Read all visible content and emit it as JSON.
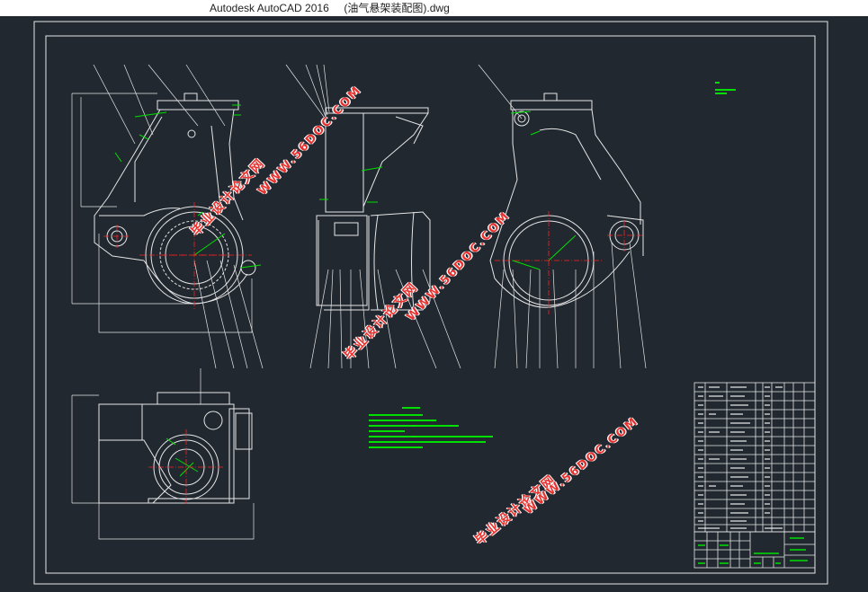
{
  "window": {
    "title": "Autodesk AutoCAD 2016     (油气悬架装配图).dwg"
  },
  "watermarks": [
    {
      "cn": "毕业设计论文网",
      "url": "WWW.56DOC.COM"
    },
    {
      "cn": "毕业设计论文网",
      "url": "WWW.56DOC.COM"
    },
    {
      "cn": "毕业设计论文网",
      "url": "WWW.56DOC.COM"
    }
  ],
  "colors": {
    "background": "#212830",
    "lines": "#e6e6e6",
    "dimensions": "#00e000",
    "centerlines": "#ff2020",
    "watermark": "#e8322f"
  }
}
